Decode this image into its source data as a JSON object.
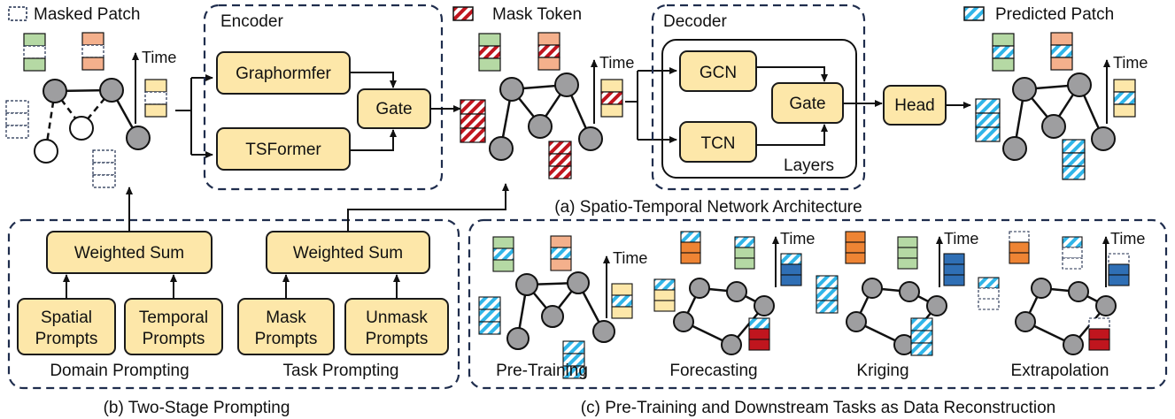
{
  "legend": {
    "masked_patch": "Masked Patch",
    "mask_token": "Mask Token",
    "predicted_patch": "Predicted Patch"
  },
  "encoder": {
    "title": "Encoder",
    "graphormer": "Graphormfer",
    "tsformer": "TSFormer",
    "gate": "Gate"
  },
  "decoder": {
    "title": "Decoder",
    "gcn": "GCN",
    "tcn": "TCN",
    "gate": "Gate",
    "layers": "Layers"
  },
  "head": "Head",
  "time_label": "Time",
  "captions": {
    "a": "(a) Spatio-Temporal Network Architecture",
    "b": "(b) Two-Stage Prompting",
    "c": "(c) Pre-Training and Downstream Tasks as Data Reconstruction"
  },
  "prompting": {
    "weighted_sum": "Weighted Sum",
    "spatial": [
      "Spatial",
      "Prompts"
    ],
    "temporal": [
      "Temporal",
      "Prompts"
    ],
    "mask": [
      "Mask",
      "Prompts"
    ],
    "unmask": [
      "Unmask",
      "Prompts"
    ],
    "domain": "Domain Prompting",
    "task": "Task Prompting"
  },
  "tasks": [
    "Pre-Training",
    "Forecasting",
    "Kriging",
    "Extrapolation"
  ],
  "colors": {
    "box_fill": "#fde7a9",
    "node": "#9e9ea0",
    "green": "#b5d9a4",
    "salmon": "#f4b08c",
    "yellow": "#fde7a9",
    "orange": "#ee8434",
    "blue": "#2f6fb5",
    "red": "#c0151e",
    "mask_red": "#c0151e",
    "pred_blue": "#30b5e8",
    "frame": "#1f2d4d"
  }
}
